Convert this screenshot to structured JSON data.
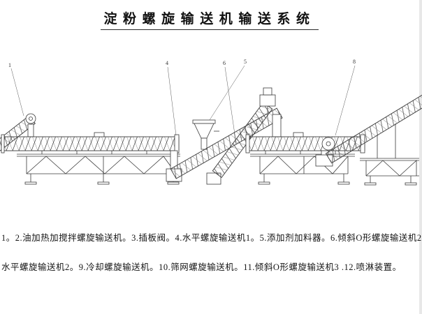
{
  "title": "淀粉螺旋输送机输送系统",
  "legend": {
    "line1": "1。2.油加热加搅拌螺旋输送机。3.插板阀。4.水平螺旋输送机1。5.添加剂加料器。6.倾斜O形螺旋输送机2",
    "line2": "水平螺旋输送机2。9.冷却螺旋输送机。10.筛网螺旋输送机。11.倾斜O形螺旋输送机3 .12.喷淋装置。"
  },
  "callouts": [
    {
      "label": "1"
    },
    {
      "label": "4"
    },
    {
      "label": "6"
    },
    {
      "label": "5"
    },
    {
      "label": "8"
    }
  ],
  "colors": {
    "line": "#3a3a3a",
    "text": "#151515",
    "background": "#ffffff"
  }
}
